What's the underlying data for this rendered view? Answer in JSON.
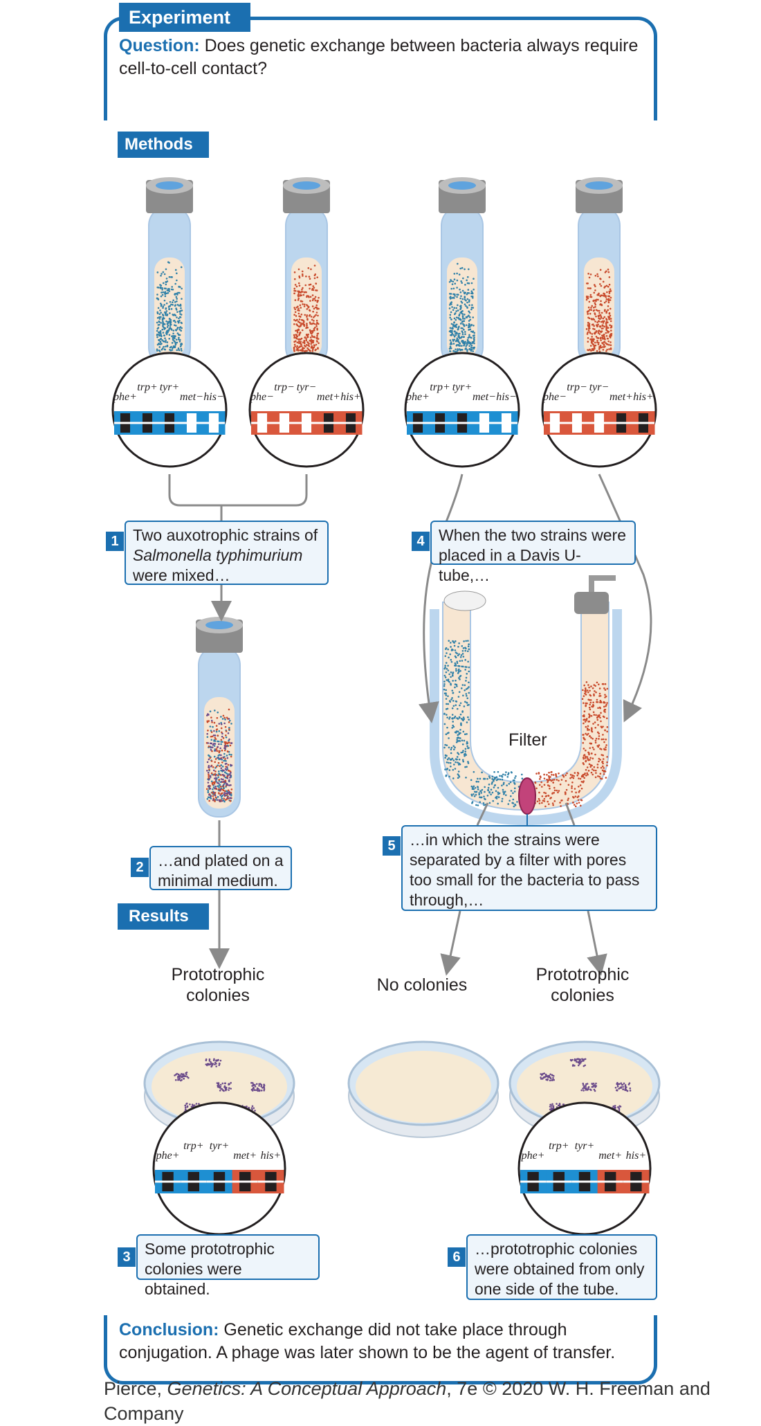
{
  "header": {
    "tag": "Experiment",
    "question_label": "Question:",
    "question_text": "Does genetic exchange between bacteria always require cell-to-cell contact?"
  },
  "methods_tag": "Methods",
  "results_tag": "Results",
  "genes": [
    "phe",
    "trp",
    "tyr",
    "met",
    "his"
  ],
  "strains": {
    "strain_a": {
      "genotype": [
        "+",
        "+",
        "+",
        "−",
        "−"
      ],
      "color": "#1e8fd2"
    },
    "strain_b": {
      "genotype": [
        "−",
        "−",
        "−",
        "+",
        "+"
      ],
      "color": "#d9573c"
    },
    "prototroph": {
      "genotype": [
        "+",
        "+",
        "+",
        "+",
        "+"
      ]
    }
  },
  "steps": [
    {
      "num": "1",
      "text_before": "Two auxotrophic strains of",
      "italic": "Salmonella typhimurium",
      "text_after": "were mixed…"
    },
    {
      "num": "2",
      "text": "…and plated on a minimal medium."
    },
    {
      "num": "3",
      "text": "Some prototrophic colonies were obtained."
    },
    {
      "num": "4",
      "text": "When the two strains were placed in a Davis U-tube,…"
    },
    {
      "num": "5",
      "text": "…in which the strains were separated by a filter with pores too small for the bacteria to pass through,…"
    },
    {
      "num": "6",
      "text": "…prototrophic colonies were obtained from only one side of the tube."
    }
  ],
  "filter_label": "Filter",
  "outcomes": {
    "left": "Prototrophic colonies",
    "middle": "No colonies",
    "right": "Prototrophic colonies"
  },
  "conclusion": {
    "label": "Conclusion:",
    "text": "Genetic exchange did not take place through conjugation. A phage was later shown to be the agent of transfer."
  },
  "credit": {
    "before": "Pierce, ",
    "italic": "Genetics: A Conceptual Approach",
    "after": ", 7e © 2020 W. H. Freeman and Company"
  },
  "colors": {
    "accent": "#1b6fb0",
    "callout_bg": "#eef5fb",
    "tube_glass": "#bcd6ee",
    "medium": "#f7e6d2",
    "blue_cells": "#2f80a8",
    "red_cells": "#c84a2c",
    "mixed_cells": "#6a4a8a"
  }
}
